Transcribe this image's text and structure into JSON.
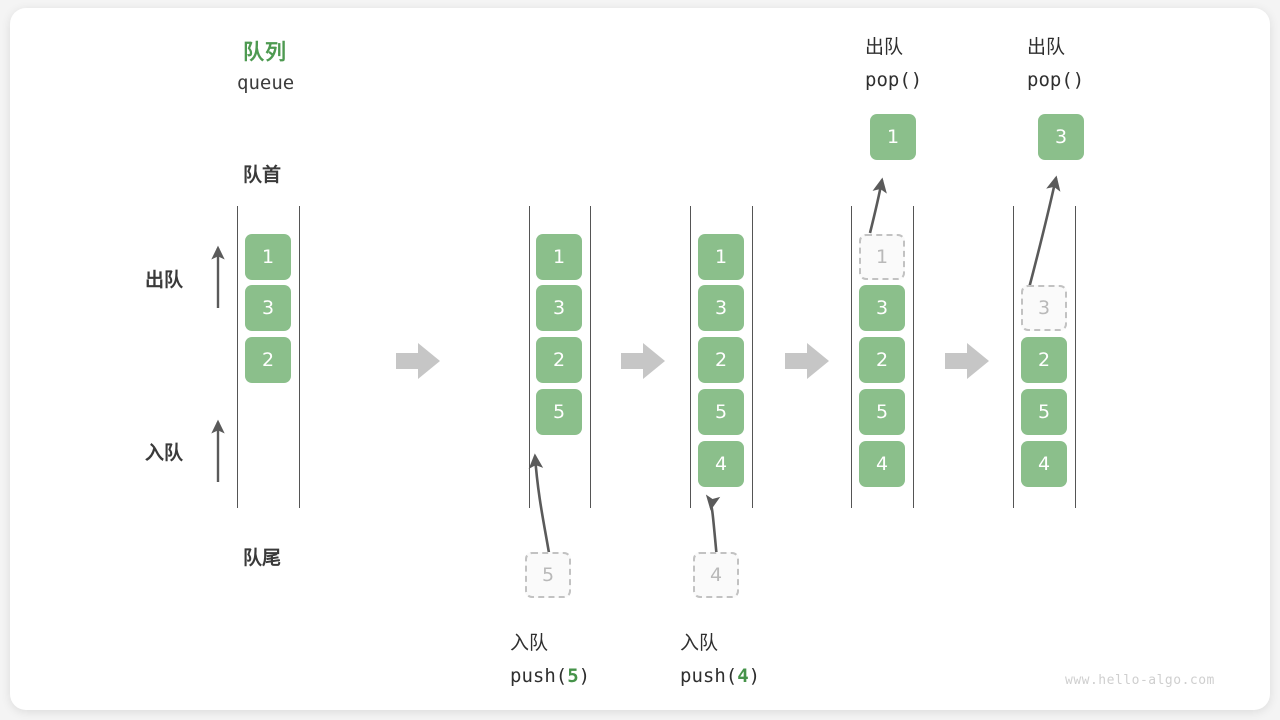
{
  "figure": {
    "title_cn": "队列",
    "title_en": "queue",
    "front_label": "队首",
    "rear_label": "队尾",
    "dequeue_label": "出队",
    "enqueue_label": "入队",
    "watermark": "www.hello-algo.com",
    "accent_color": "#46934a",
    "cell_color": "#8bbf8b",
    "ghost_color": "#c2c2c2",
    "arrow_color": "#5a5a5a",
    "flow_arrow_color": "#c6c6c6"
  },
  "stages": [
    {
      "id": "stage-initial",
      "cells": [
        {
          "value": "1",
          "state": "filled"
        },
        {
          "value": "3",
          "state": "filled"
        },
        {
          "value": "2",
          "state": "filled"
        }
      ]
    },
    {
      "id": "stage-push-5",
      "cells": [
        {
          "value": "1",
          "state": "filled"
        },
        {
          "value": "3",
          "state": "filled"
        },
        {
          "value": "2",
          "state": "filled"
        },
        {
          "value": "5",
          "state": "filled"
        }
      ],
      "incoming": {
        "value": "5",
        "state": "ghost"
      },
      "op_cn": "入队",
      "op_code_prefix": "push(",
      "op_code_value": "5",
      "op_code_suffix": ")"
    },
    {
      "id": "stage-push-4",
      "cells": [
        {
          "value": "1",
          "state": "filled"
        },
        {
          "value": "3",
          "state": "filled"
        },
        {
          "value": "2",
          "state": "filled"
        },
        {
          "value": "5",
          "state": "filled"
        },
        {
          "value": "4",
          "state": "filled"
        }
      ],
      "incoming": {
        "value": "4",
        "state": "ghost"
      },
      "op_cn": "入队",
      "op_code_prefix": "push(",
      "op_code_value": "4",
      "op_code_suffix": ")"
    },
    {
      "id": "stage-pop-1",
      "cells": [
        {
          "value": "1",
          "state": "ghost"
        },
        {
          "value": "3",
          "state": "filled"
        },
        {
          "value": "2",
          "state": "filled"
        },
        {
          "value": "5",
          "state": "filled"
        },
        {
          "value": "4",
          "state": "filled"
        }
      ],
      "popped": {
        "value": "1",
        "state": "filled"
      },
      "op_cn": "出队",
      "op_code": "pop()"
    },
    {
      "id": "stage-pop-3",
      "cells": [
        {
          "value": "",
          "state": "empty"
        },
        {
          "value": "3",
          "state": "ghost"
        },
        {
          "value": "2",
          "state": "filled"
        },
        {
          "value": "5",
          "state": "filled"
        },
        {
          "value": "4",
          "state": "filled"
        }
      ],
      "popped": {
        "value": "3",
        "state": "filled"
      },
      "op_cn": "出队",
      "op_code": "pop()"
    }
  ]
}
